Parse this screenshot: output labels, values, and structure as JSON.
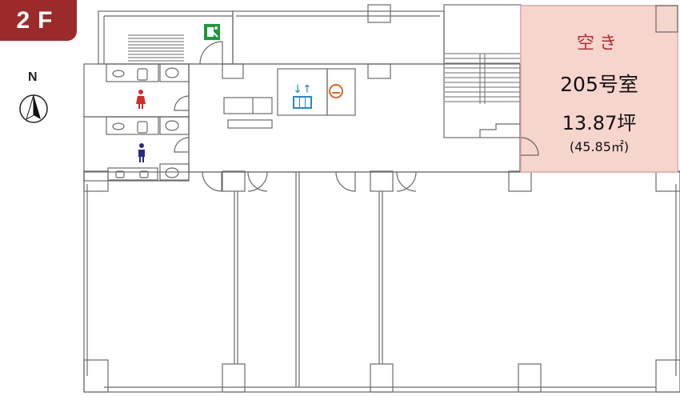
{
  "floor_label": "2F",
  "compass": {
    "north_label": "N"
  },
  "vacancy": {
    "status": "空き",
    "room": "205号室",
    "area_tsubo": "13.87坪",
    "area_sqm": "(45.85㎡)"
  },
  "colors": {
    "badge": "#9c2a2a",
    "vacant_fill": "#f6d5cd",
    "vacant_border": "#e6a4a4",
    "wall": "#6a6a6a",
    "exit_sign": "#1a9a3a",
    "elevator_sign": "#2a86c6",
    "smoking_sign": "#d06a2a",
    "female_icon": "#d42a2a",
    "male_icon": "#2a2a8a"
  },
  "icons": [
    "emergency-exit-icon",
    "elevator-icon",
    "smoking-area-icon",
    "female-restroom-icon",
    "male-restroom-icon",
    "north-arrow-icon"
  ]
}
